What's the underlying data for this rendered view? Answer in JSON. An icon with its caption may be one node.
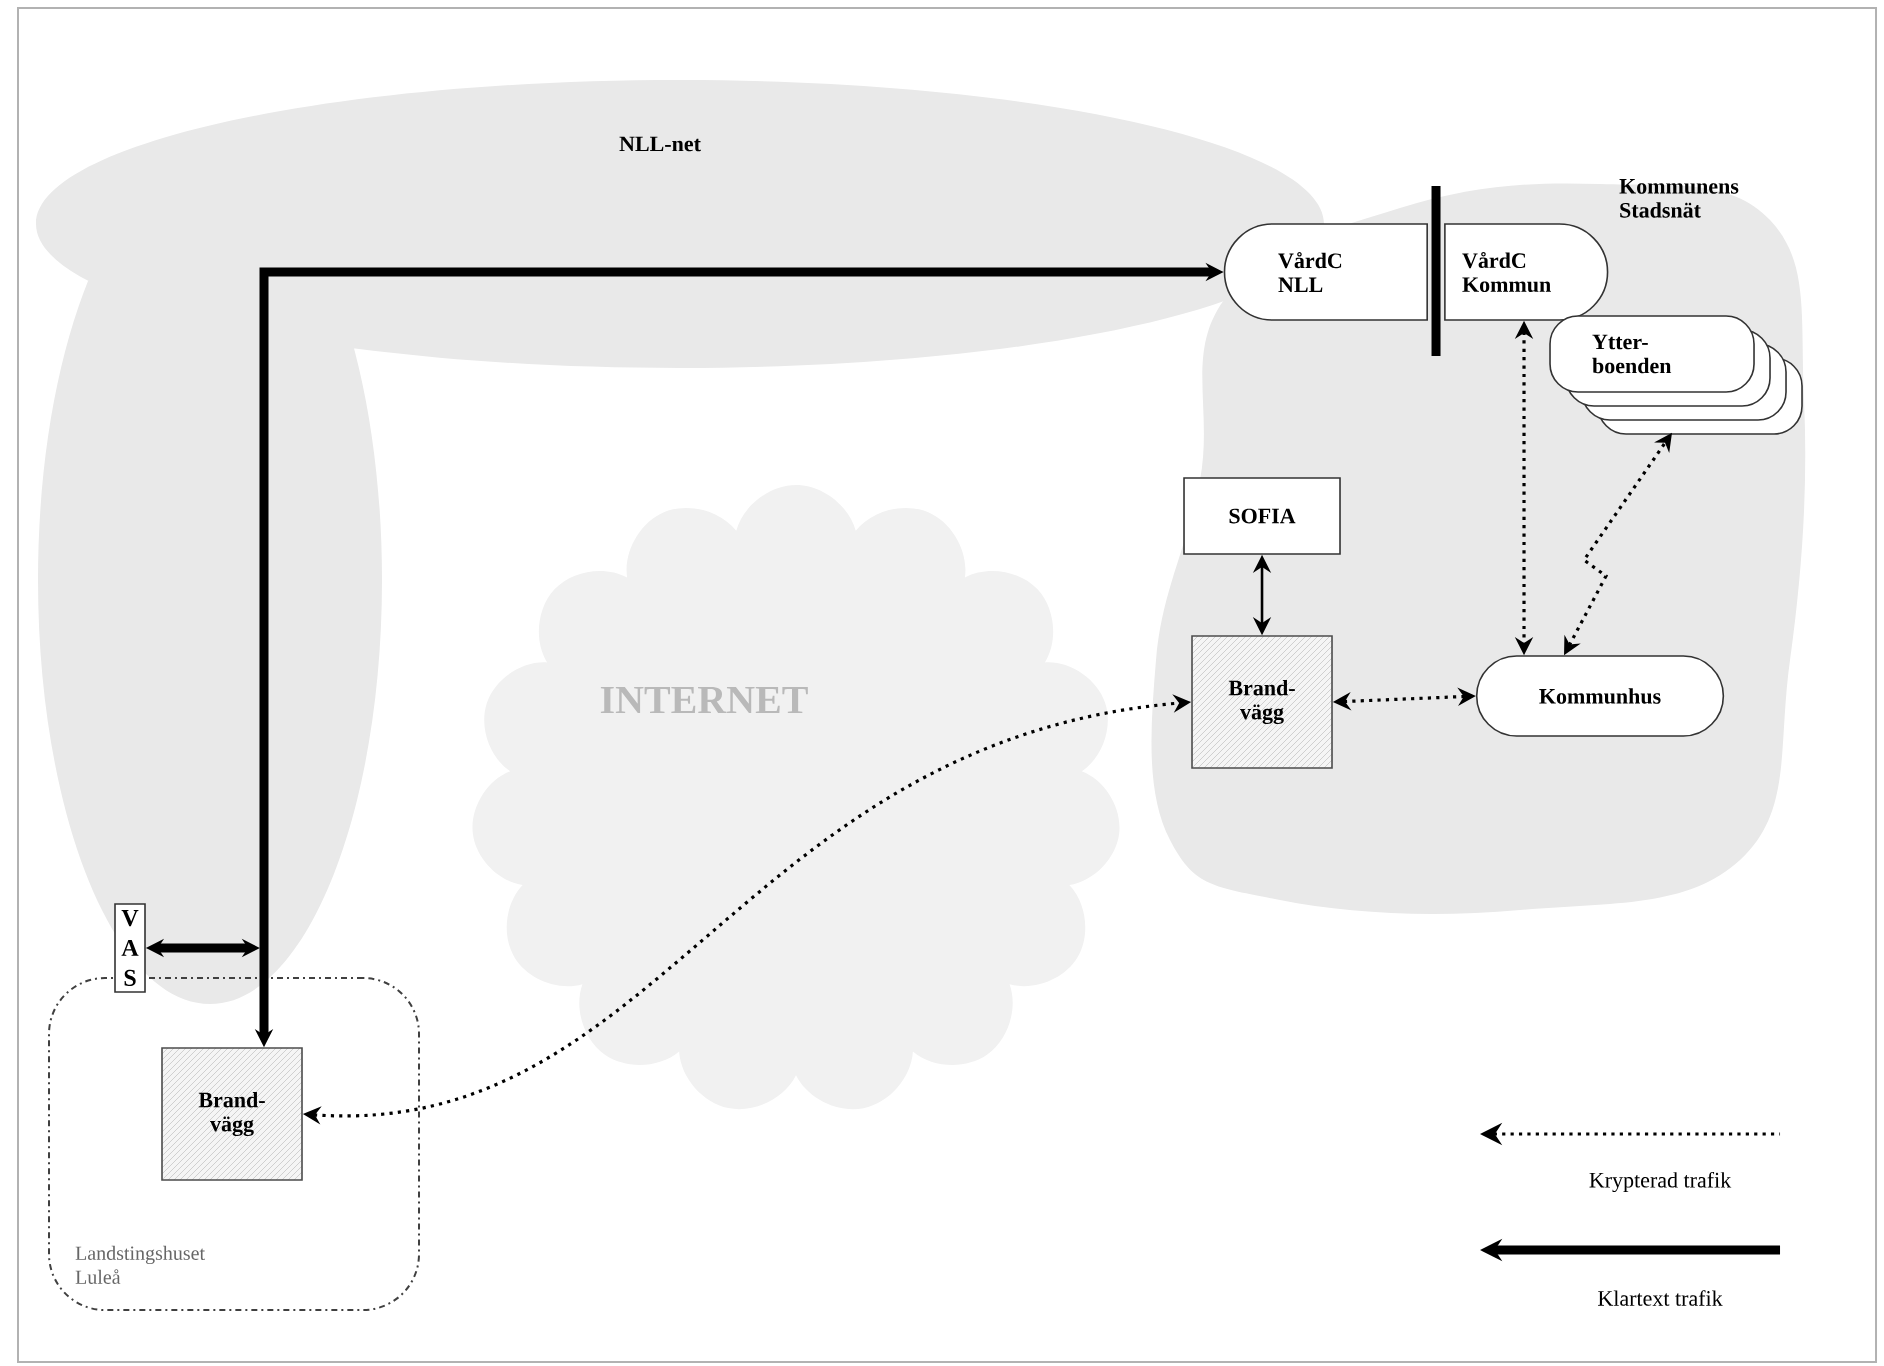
{
  "diagram": {
    "nodes": [
      {
        "text": [
          "NLL-net"
        ]
      },
      {
        "text": [
          "Kommunens Stadsnät"
        ]
      },
      {
        "text": [
          "INTERNET"
        ]
      },
      {
        "text": [
          "Landstingshuset Luleå"
        ]
      },
      {
        "text": [
          "VårdC NLL"
        ]
      },
      {
        "text": [
          "VårdC Kommun"
        ]
      },
      {
        "text": [
          "Ytter-boenden"
        ]
      },
      {
        "text": [
          "SOFIA"
        ]
      },
      {
        "text": [
          "Brand-vägg"
        ]
      },
      {
        "text": [
          "Kommunhus"
        ]
      },
      {
        "text": [
          "V A S"
        ]
      },
      {
        "text": [
          "Brand-vägg"
        ],
        "in": 3
      }
    ],
    "edges": [
      {
        "from": 11,
        "to": 4,
        "arrow": "both",
        "style": "thick"
      },
      {
        "from": 10,
        "to": null,
        "arrow": "both",
        "style": "thick"
      },
      {
        "from": 7,
        "to": 8,
        "arrow": "both"
      },
      {
        "from": 11,
        "to": 8,
        "arrow": "both",
        "style": "dashed"
      },
      {
        "from": 8,
        "to": 9,
        "arrow": "both",
        "style": "dashed"
      },
      {
        "from": 5,
        "to": 9,
        "arrow": "both",
        "style": "dashed"
      },
      {
        "from": 9,
        "to": 6,
        "arrow": "both",
        "style": "dashed"
      }
    ],
    "legend": [
      {
        "text": "Krypterad trafik"
      },
      {
        "text": "Klartext trafik"
      }
    ]
  }
}
